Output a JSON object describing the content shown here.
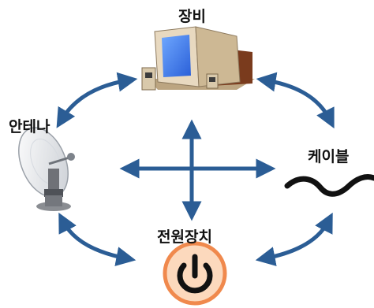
{
  "nodes": {
    "equipment": {
      "label": "장비",
      "icon": "desktop-computer-icon"
    },
    "antenna": {
      "label": "안테나",
      "icon": "satellite-dish-icon"
    },
    "cable": {
      "label": "케이블",
      "icon": "cable-wire-icon"
    },
    "power": {
      "label": "전원장치",
      "icon": "power-icon"
    }
  },
  "colors": {
    "arrow": "#2b5d95",
    "power_ring": "#f0894d",
    "power_fill": "#fcd9bd",
    "cable": "#111111"
  }
}
